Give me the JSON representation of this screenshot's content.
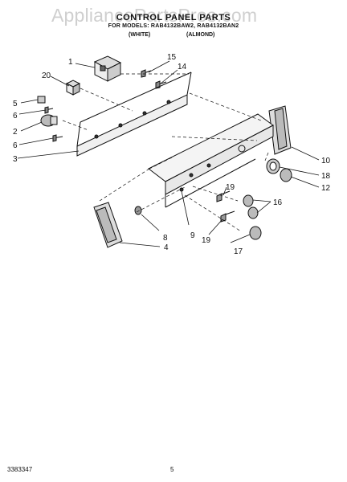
{
  "watermark": "AppliancePartsPros.com",
  "title": "CONTROL PANEL PARTS",
  "subtitle": "FOR MODELS: RAB4132BAW2, RAB4132BAN2",
  "colors": {
    "white": "(WHITE)",
    "almond": "(ALMOND)"
  },
  "callouts": [
    "1",
    "15",
    "14",
    "20",
    "5",
    "6",
    "2",
    "6",
    "3",
    "10",
    "18",
    "12",
    "19",
    "16",
    "8",
    "9",
    "19",
    "17",
    "4"
  ],
  "footer": {
    "doc_number": "3383347",
    "page": "5"
  }
}
